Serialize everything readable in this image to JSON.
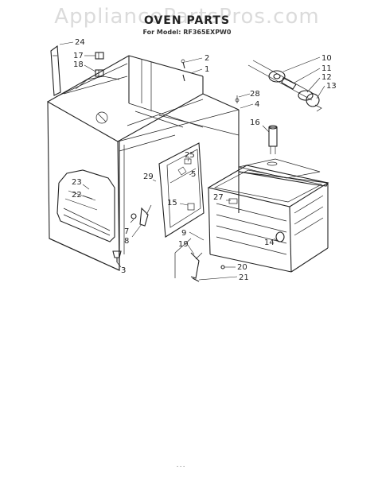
{
  "watermark": "AppliancePartsPros.com",
  "title": "OVEN PARTS",
  "model_line": "For Model: RF365EXPW0",
  "callouts": [
    "24",
    "17",
    "18",
    "2",
    "1",
    "10",
    "11",
    "12",
    "13",
    "28",
    "4",
    "16",
    "25",
    "29",
    "5",
    "23",
    "22",
    "15",
    "27",
    "7",
    "8",
    "9",
    "19",
    "14",
    "3",
    "20",
    "21"
  ],
  "footer_code": "- - -"
}
